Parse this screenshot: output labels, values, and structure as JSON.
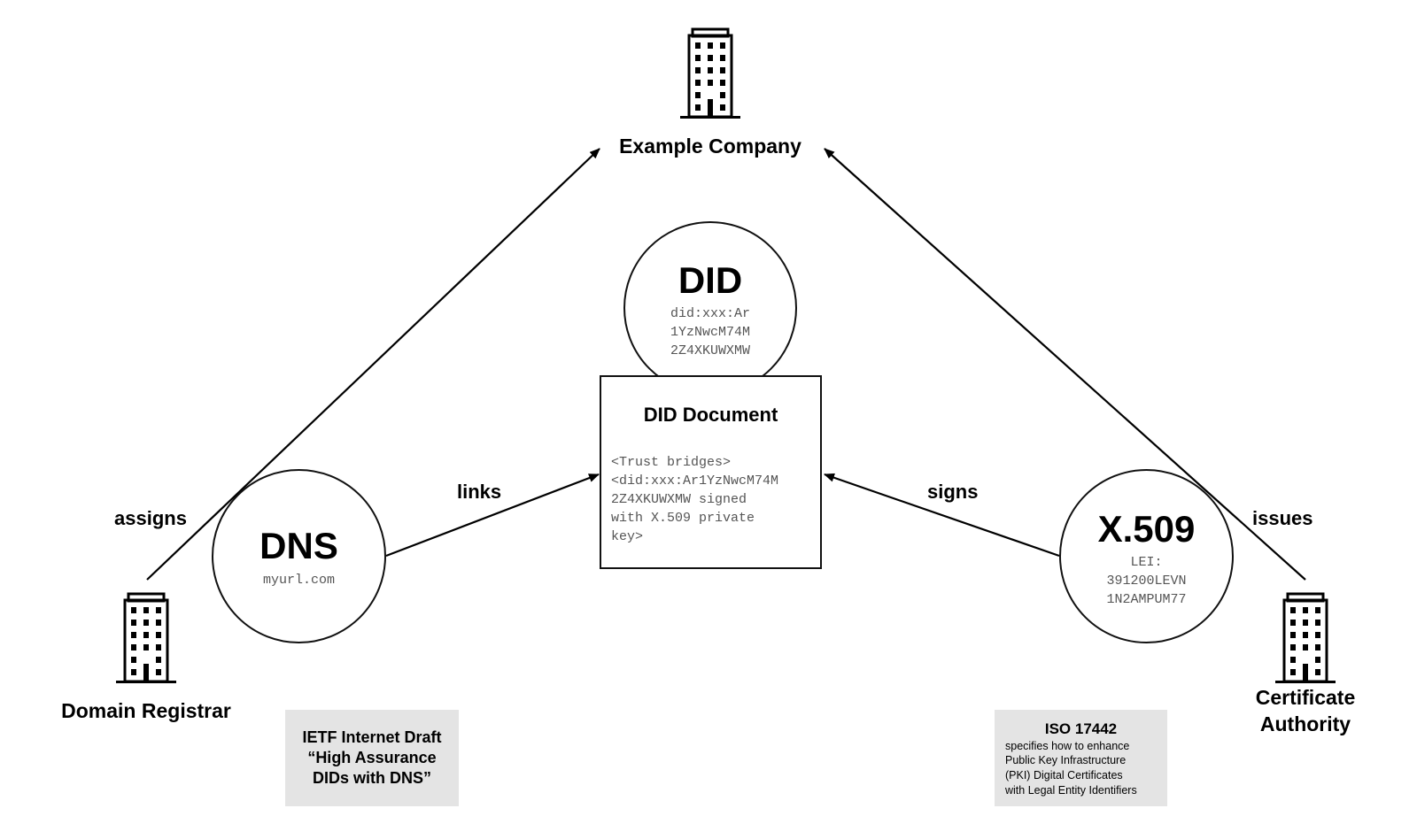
{
  "entities": {
    "example_company": "Example Company",
    "domain_registrar": "Domain Registrar",
    "certificate_authority_line1": "Certificate",
    "certificate_authority_line2": "Authority"
  },
  "did": {
    "title": "DID",
    "id_lines": [
      "did:xxx:Ar",
      "1YzNwcM74M",
      "2Z4XKUWXMW"
    ]
  },
  "did_document": {
    "title": "DID Document",
    "content_lines": [
      "<Trust bridges>",
      "<did:xxx:Ar1YzNwcM74M",
      "2Z4XKUWXMW signed",
      "with X.509 private",
      "key>"
    ]
  },
  "dns": {
    "title": "DNS",
    "value": "myurl.com"
  },
  "x509": {
    "title": "X.509",
    "value_lines": [
      "LEI:",
      "391200LEVN",
      "1N2AMPUM77"
    ]
  },
  "edges": {
    "assigns": "assigns",
    "issues": "issues",
    "links": "links",
    "signs": "signs"
  },
  "notes": {
    "ietf": [
      "IETF Internet Draft",
      "“High Assurance",
      "DIDs with DNS”"
    ],
    "iso_title": "ISO 17442",
    "iso_lines": [
      "specifies how to enhance",
      "Public Key Infrastructure",
      "(PKI) Digital Certificates",
      "with Legal Entity Identifiers"
    ]
  },
  "icons": [
    "building-icon"
  ]
}
